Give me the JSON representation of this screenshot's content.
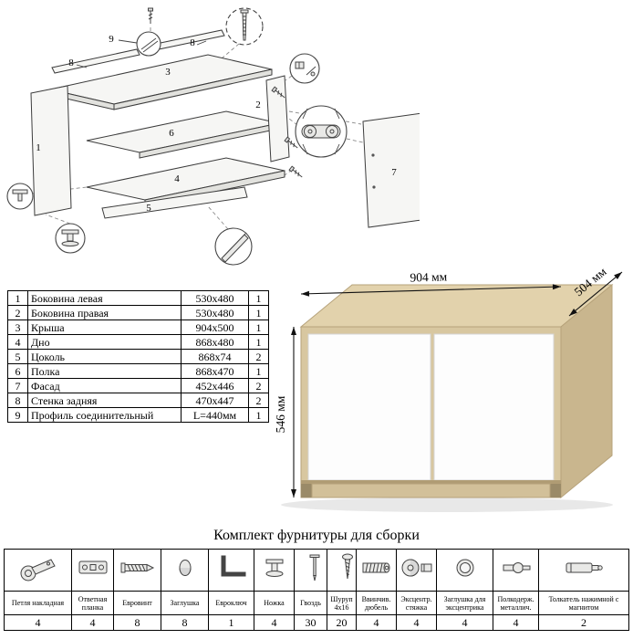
{
  "diagram": {
    "labels": {
      "part1": "1",
      "part2": "2",
      "part3": "3",
      "part4": "4",
      "part5": "5",
      "part6": "6",
      "part7": "7",
      "part8a": "8",
      "part8b": "8",
      "part9": "9"
    }
  },
  "parts_table": {
    "rows": [
      {
        "num": "1",
        "name": "Боковина левая",
        "size": "530x480",
        "qty": "1"
      },
      {
        "num": "2",
        "name": "Боковина правая",
        "size": "530x480",
        "qty": "1"
      },
      {
        "num": "3",
        "name": "Крыша",
        "size": "904x500",
        "qty": "1"
      },
      {
        "num": "4",
        "name": "Дно",
        "size": "868x480",
        "qty": "1"
      },
      {
        "num": "5",
        "name": "Цоколь",
        "size": "868x74",
        "qty": "2"
      },
      {
        "num": "6",
        "name": "Полка",
        "size": "868x470",
        "qty": "1"
      },
      {
        "num": "7",
        "name": "Фасад",
        "size": "452x446",
        "qty": "2"
      },
      {
        "num": "8",
        "name": "Стенка задняя",
        "size": "470x447",
        "qty": "2"
      },
      {
        "num": "9",
        "name": "Профиль соединительный",
        "size": "L=440мм",
        "qty": "1"
      }
    ]
  },
  "product": {
    "width_label": "904 мм",
    "depth_label": "504 мм",
    "height_label": "546 мм",
    "colors": {
      "wood": "#d8c7a0",
      "wood_top": "#e2d2ac",
      "wood_side": "#c9b68e",
      "door": "#fdfdfd"
    }
  },
  "hardware": {
    "title": "Комплект фурнитуры для сборки",
    "items": [
      {
        "name": "Петля накладная",
        "qty": "4",
        "icon": "hinge-icon"
      },
      {
        "name": "Ответная планка",
        "qty": "4",
        "icon": "strike-plate-icon"
      },
      {
        "name": "Евровинт",
        "qty": "8",
        "icon": "confirmat-icon"
      },
      {
        "name": "Заглушка",
        "qty": "8",
        "icon": "plug-icon"
      },
      {
        "name": "Евроключ",
        "qty": "1",
        "icon": "hex-key-icon"
      },
      {
        "name": "Ножка",
        "qty": "4",
        "icon": "foot-icon"
      },
      {
        "name": "Гвоздь",
        "qty": "30",
        "icon": "nail-icon"
      },
      {
        "name": "Шуруп 4x16",
        "qty": "20",
        "icon": "screw-icon"
      },
      {
        "name": "Ввинчив. дюбель",
        "qty": "4",
        "icon": "threaded-dowel-icon"
      },
      {
        "name": "Эксцентр. стяжка",
        "qty": "4",
        "icon": "cam-lock-icon"
      },
      {
        "name": "Заглушка для эксцентрика",
        "qty": "4",
        "icon": "cam-cover-icon"
      },
      {
        "name": "Полкодерж. металлич.",
        "qty": "4",
        "icon": "shelf-support-icon"
      },
      {
        "name": "Толкатель нажимной с магнитом",
        "qty": "2",
        "icon": "push-latch-icon"
      }
    ]
  }
}
